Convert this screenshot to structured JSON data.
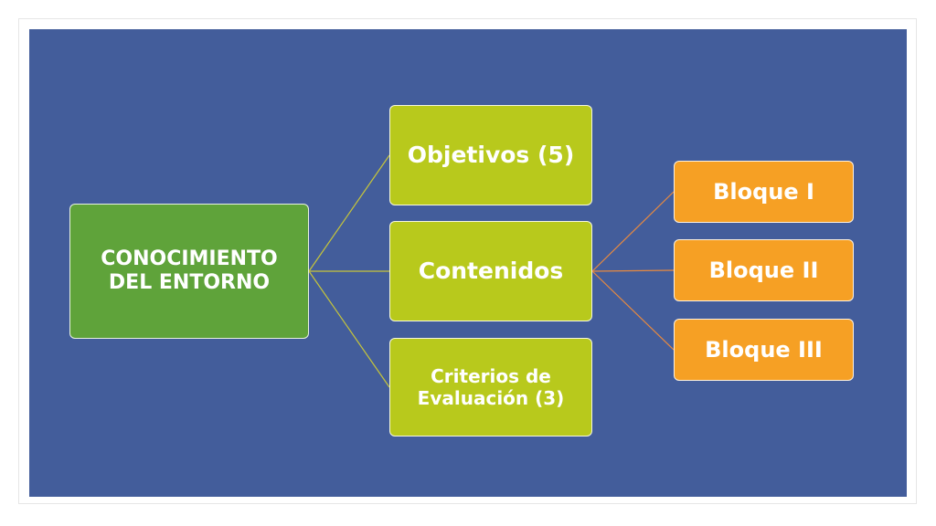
{
  "diagram": {
    "root": {
      "label": "CONOCIMIENTO DEL ENTORNO"
    },
    "children": [
      {
        "label": "Objetivos (5)"
      },
      {
        "label": "Contenidos"
      },
      {
        "label": "Criterios de Evaluación (3)"
      }
    ],
    "contenidos_children": [
      {
        "label": "Bloque I"
      },
      {
        "label": "Bloque II"
      },
      {
        "label": "Bloque III"
      }
    ]
  },
  "colors": {
    "background": "#435d9b",
    "root": "#5fa33a",
    "level1": "#b8c91c",
    "level2": "#f6a024",
    "connector_level1": "#c7c63a",
    "connector_level2": "#e98a3f"
  }
}
